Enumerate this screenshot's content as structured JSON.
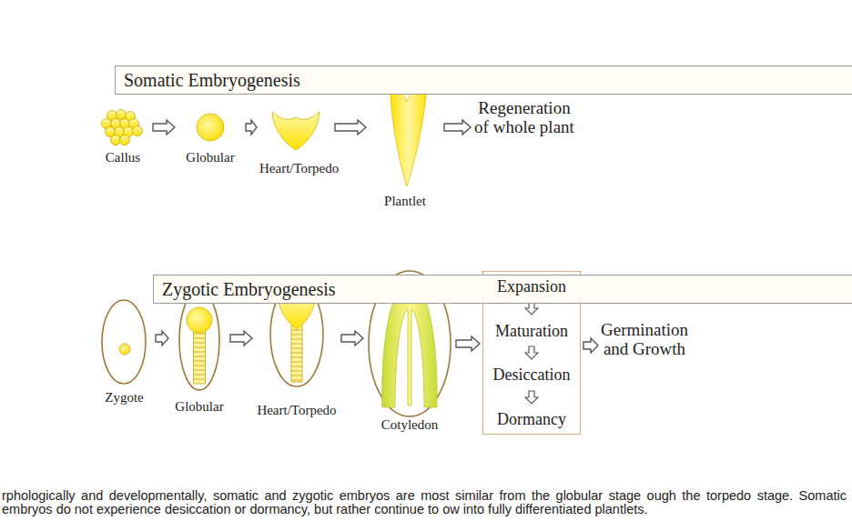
{
  "diagram": {
    "caption": "rphologically and developmentally, somatic and zygotic embryos are most similar from the globular stage ough the torpedo stage. Somatic embryos do not experience desiccation or dormancy, but rather continue to ow into fully differentiated plantlets.",
    "nodes": [
      {
        "text": [
          "Somatic Embryogenesis"
        ]
      },
      {
        "text": [
          "Callus"
        ]
      },
      {
        "text": [
          "Globular"
        ]
      },
      {
        "text": [
          "Heart/Torpedo"
        ]
      },
      {
        "text": [
          "Plantlet"
        ]
      },
      {
        "text": [
          "Regeneration of whole plant"
        ]
      },
      {
        "text": [
          "Zygotic Embryogenesis"
        ]
      },
      {
        "text": [
          "Zygote"
        ]
      },
      {
        "text": [
          "Globular"
        ]
      },
      {
        "text": [
          "Heart/Torpedo"
        ]
      },
      {
        "text": [
          "Cotyledon"
        ]
      },
      {
        "text": [
          "Expansion",
          "Maturation",
          "Desiccation",
          "Dormancy"
        ]
      },
      {
        "text": [
          "Germination and Growth"
        ]
      }
    ],
    "edges": [
      {
        "from": 1,
        "to": 2,
        "arrow": "to"
      },
      {
        "from": 2,
        "to": 3,
        "arrow": "to"
      },
      {
        "from": 3,
        "to": 4,
        "arrow": "to"
      },
      {
        "from": 4,
        "to": 5,
        "arrow": "to"
      },
      {
        "from": 7,
        "to": 8,
        "arrow": "to"
      },
      {
        "from": 8,
        "to": 9,
        "arrow": "to"
      },
      {
        "from": 9,
        "to": 10,
        "arrow": "to"
      },
      {
        "from": 10,
        "to": 11,
        "arrow": "to"
      },
      {
        "from": 11,
        "to": 12,
        "arrow": "to"
      }
    ]
  }
}
